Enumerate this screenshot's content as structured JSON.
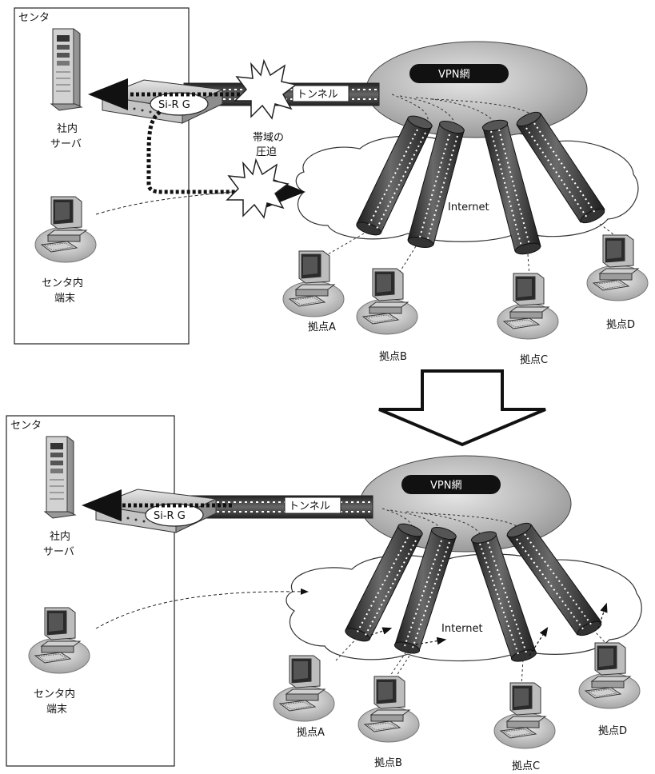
{
  "panels": [
    {
      "center_label": "センタ",
      "vpn_label": "VPN網",
      "internet_label": "Internet",
      "tunnel_label": "トンネル",
      "router_label": "Si-R G",
      "server_label_line1": "社内",
      "server_label_line2": "サーバ",
      "terminal_label_line1": "センタ内",
      "terminal_label_line2": "端末",
      "congestion_line1": "帯域の",
      "congestion_line2": "圧迫",
      "sites": [
        "拠点A",
        "拠点B",
        "拠点C",
        "拠点D"
      ]
    },
    {
      "center_label": "センタ",
      "vpn_label": "VPN網",
      "internet_label": "Internet",
      "tunnel_label": "トンネル",
      "router_label": "Si-R G",
      "server_label_line1": "社内",
      "server_label_line2": "サーバ",
      "terminal_label_line1": "センタ内",
      "terminal_label_line2": "端末",
      "sites": [
        "拠点A",
        "拠点B",
        "拠点C",
        "拠点D"
      ]
    }
  ],
  "colors": {
    "vpn_cloud": "#a8a8a8",
    "tunnel_dark": "#3a3a3a",
    "dots": "#ffffff",
    "arrow": "#111111"
  }
}
